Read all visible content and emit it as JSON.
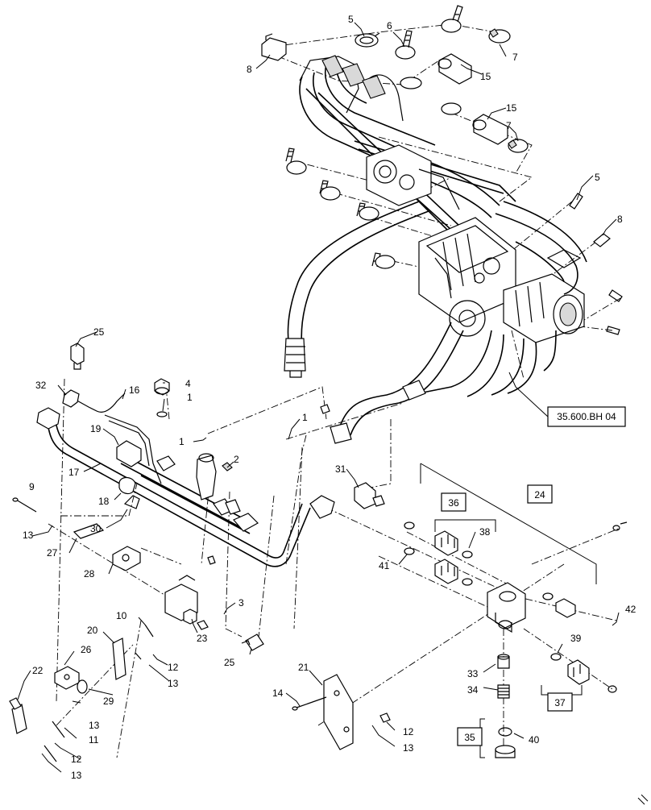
{
  "callouts": {
    "c1a": "1",
    "c1b": "1",
    "c1c": "1",
    "c2": "2",
    "c3": "3",
    "c4": "4",
    "c5a": "5",
    "c5b": "5",
    "c6": "6",
    "c7a": "7",
    "c7b": "7",
    "c8a": "8",
    "c8b": "8",
    "c9": "9",
    "c10": "10",
    "c11": "11",
    "c12a": "12",
    "c12b": "12",
    "c12c": "12",
    "c13a": "13",
    "c13b": "13",
    "c13c": "13",
    "c13d": "13",
    "c13e": "13",
    "c14": "14",
    "c15a": "15",
    "c15b": "15",
    "c16": "16",
    "c17": "17",
    "c18": "18",
    "c19": "19",
    "c20": "20",
    "c21": "21",
    "c22": "22",
    "c23": "23",
    "c24": "24",
    "c25a": "25",
    "c25b": "25",
    "c26": "26",
    "c27": "27",
    "c28": "28",
    "c29": "29",
    "c30": "30",
    "c31": "31",
    "c32": "32",
    "c33": "33",
    "c34": "34",
    "c35": "35",
    "c36": "36",
    "c37": "37",
    "c38": "38",
    "c39": "39",
    "c40": "40",
    "c41": "41",
    "c42": "42"
  },
  "reference": "35.600.BH 04"
}
